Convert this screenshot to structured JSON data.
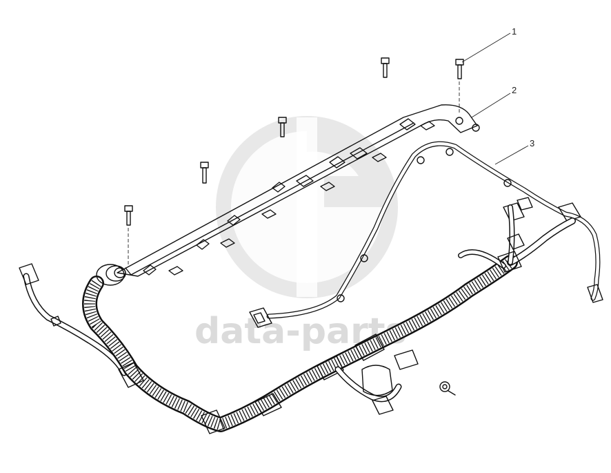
{
  "diagram": {
    "watermark_text": "data-parts",
    "callouts": [
      {
        "label": "1"
      },
      {
        "label": "2"
      },
      {
        "label": "3"
      }
    ]
  }
}
